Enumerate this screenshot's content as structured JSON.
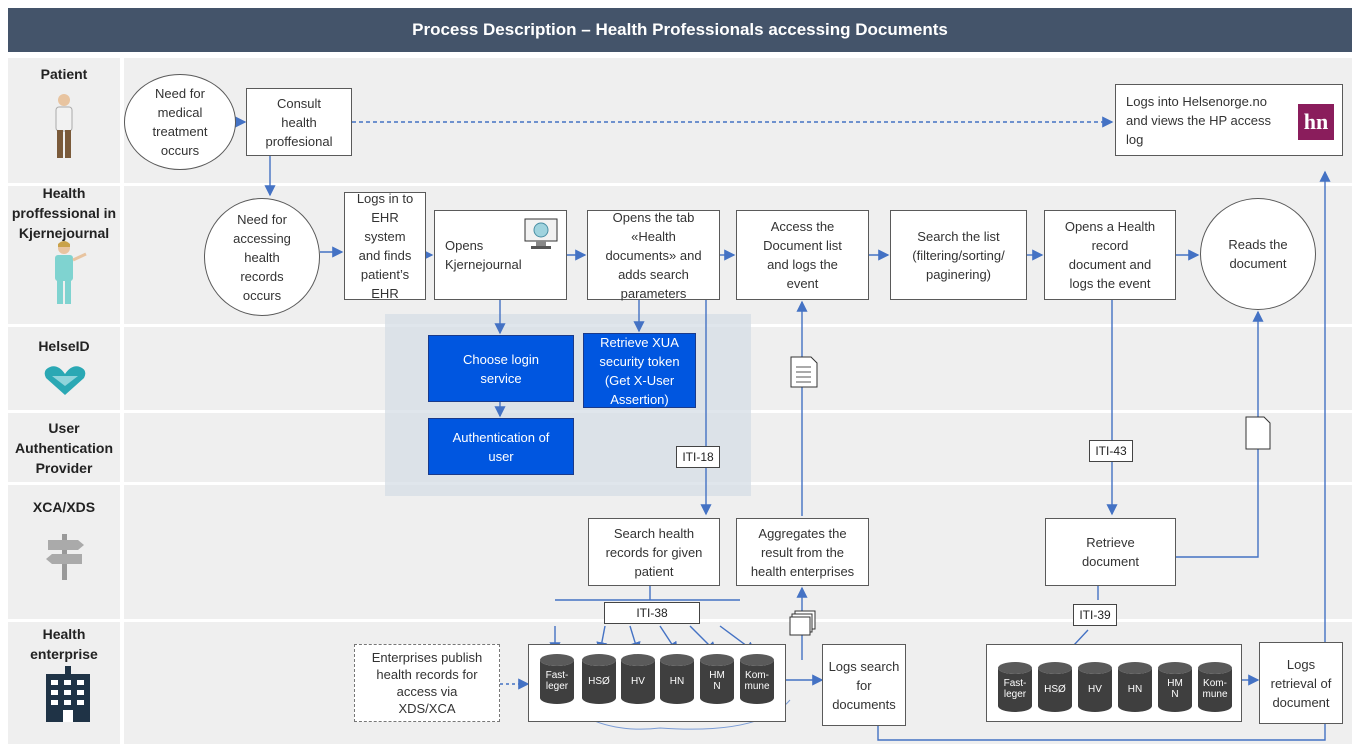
{
  "title": "Process Description – Health Professionals accessing Documents",
  "lanes": {
    "patient": "Patient",
    "hp": "Health\nproffessional in\nKjernejournal",
    "helseid": "HelseID",
    "uap": "User\nAuthentication\nProvider",
    "xca": "XCA/XDS",
    "enterprise": "Health\nenterprise"
  },
  "nodes": {
    "need_treatment": "Need for\nmedical\ntreatment\noccurs",
    "consult": "Consult\nhealth\nproffesional",
    "logs_helsenorge": "Logs into Helsenorge.no\nand views the HP access\nlog",
    "need_access": "Need for\naccessing\nhealth\nrecords\noccurs",
    "logs_ehr": "Logs in to\nEHR\nsystem\nand finds\npatient’s\nEHR",
    "opens_kj": "Opens\nKjernejournal",
    "opens_tab": "Opens the tab\n«Health\ndocuments» and\nadds search\nparameters",
    "access_list": "Access the\nDocument list\nand logs the\nevent",
    "search_list": "Search the list\n(filtering/sorting/\npaginering)",
    "opens_record": "Opens a Health\nrecord\ndocument and\nlogs the event",
    "reads_doc": "Reads the\ndocument",
    "choose_login": "Choose login\nservice",
    "retrieve_xua": "Retrieve XUA\nsecurity token\n(Get X-User\nAssertion)",
    "auth_user": "Authentication of\nuser",
    "search_records": "Search health\nrecords for given\npatient",
    "aggregates": "Aggregates the\nresult from the\nhealth enterprises",
    "retrieve_doc": "Retrieve\ndocument",
    "enterprises_publish": "Enterprises publish\nhealth records for\naccess via\nXDS/XCA",
    "logs_search": "Logs search\nfor\ndocuments",
    "logs_retrieval": "Logs\nretrieval of\ndocument"
  },
  "tags": {
    "iti18": "ITI-18",
    "iti43": "ITI-43",
    "iti38": "ITI-38",
    "iti39": "ITI-39"
  },
  "databases": [
    "Fast-\nleger",
    "HSØ",
    "HV",
    "HN",
    "HM\nN",
    "Kom-\nmune"
  ],
  "logo_text": "hn",
  "colors": {
    "header": "#44546a",
    "lane": "#efefef",
    "action_blue": "#0056e0",
    "database": "#3f3f3f",
    "arrow": "#4472c4",
    "logo": "#8a1d5c"
  }
}
